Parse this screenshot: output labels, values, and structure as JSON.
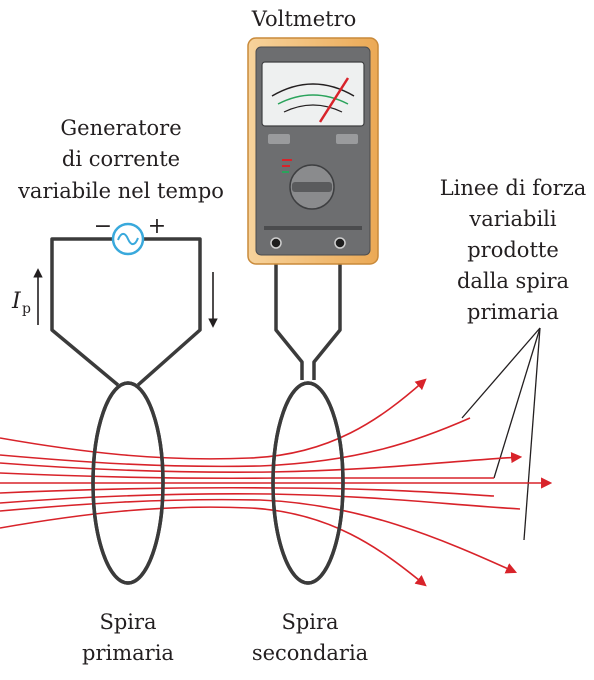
{
  "labels": {
    "voltmeter": "Voltmetro",
    "generator_line1": "Generatore",
    "generator_line2": "di corrente",
    "generator_line3": "variabile nel tempo",
    "minus": "−",
    "plus": "+",
    "current_symbol": "I",
    "current_subscript": "p",
    "field_lines_line1": "Linee di forza",
    "field_lines_line2": "variabili",
    "field_lines_line3": "prodotte",
    "field_lines_line4": "dalla spira",
    "field_lines_line5": "primaria",
    "primary_line1": "Spira",
    "primary_line2": "primaria",
    "secondary_line1": "Spira",
    "secondary_line2": "secondaria"
  },
  "colors": {
    "wire": "#3b3b3b",
    "field_line": "#d8232a",
    "meter_body": "#f2c07a",
    "meter_face": "#6d6e70",
    "needle": "#d8232a",
    "generator": "#39a9dc"
  }
}
